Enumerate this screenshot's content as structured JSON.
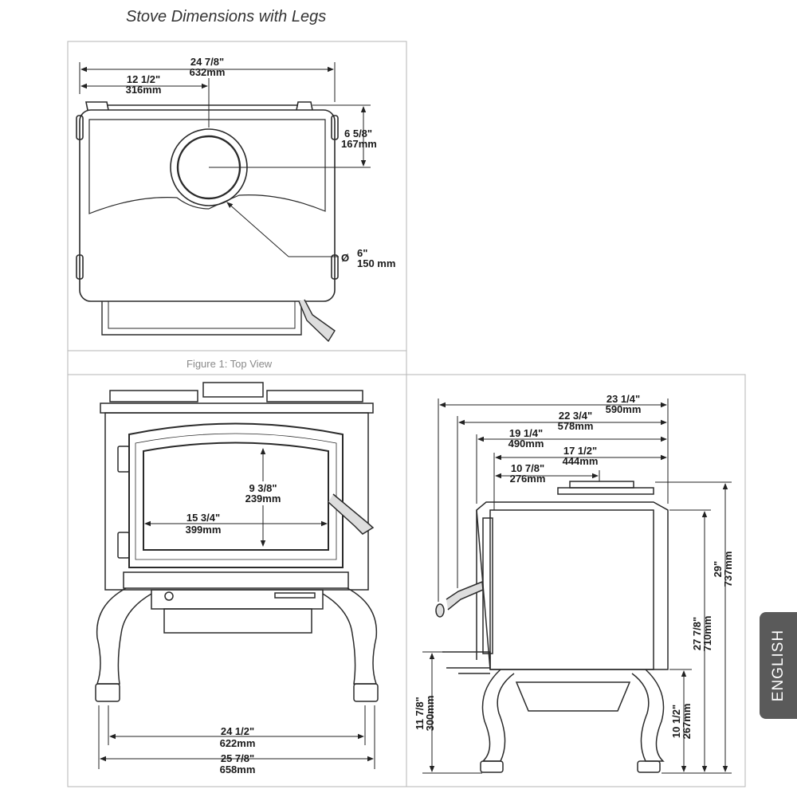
{
  "title": "Stove Dimensions with Legs",
  "figure1_caption": "Figure 1: Top View",
  "language_tab": "ENGLISH",
  "top_view": {
    "overall_width": [
      "24 7/8\"",
      "632mm"
    ],
    "flue_center_from_left": [
      "12 1/2\"",
      "316mm"
    ],
    "flue_center_from_back": [
      "6 5/8\"",
      "167mm"
    ],
    "flue_diameter": [
      "6\"",
      "150 mm"
    ],
    "diameter_symbol": "Ø"
  },
  "front_view": {
    "glass_height": [
      "9 3/8\"",
      "239mm"
    ],
    "glass_width": [
      "15 3/4\"",
      "399mm"
    ],
    "leg_width": [
      "24 1/2\"",
      "622mm"
    ],
    "overall_width": [
      "25 7/8\"",
      "658mm"
    ]
  },
  "side_view": {
    "overall_depth": [
      "23 1/4\"",
      "590mm"
    ],
    "depth_2": [
      "22 3/4\"",
      "578mm"
    ],
    "depth_3": [
      "19 1/4\"",
      "490mm"
    ],
    "depth_4": [
      "17 1/2\"",
      "444mm"
    ],
    "flue_from_front": [
      "10 7/8\"",
      "276mm"
    ],
    "overall_height": [
      "29\"",
      "737mm"
    ],
    "top_height": [
      "27 7/8\"",
      "710mm"
    ],
    "hearth_clearance_front": [
      "11 7/8\"",
      "300mm"
    ],
    "leg_height": [
      "10 1/2\"",
      "267mm"
    ]
  }
}
